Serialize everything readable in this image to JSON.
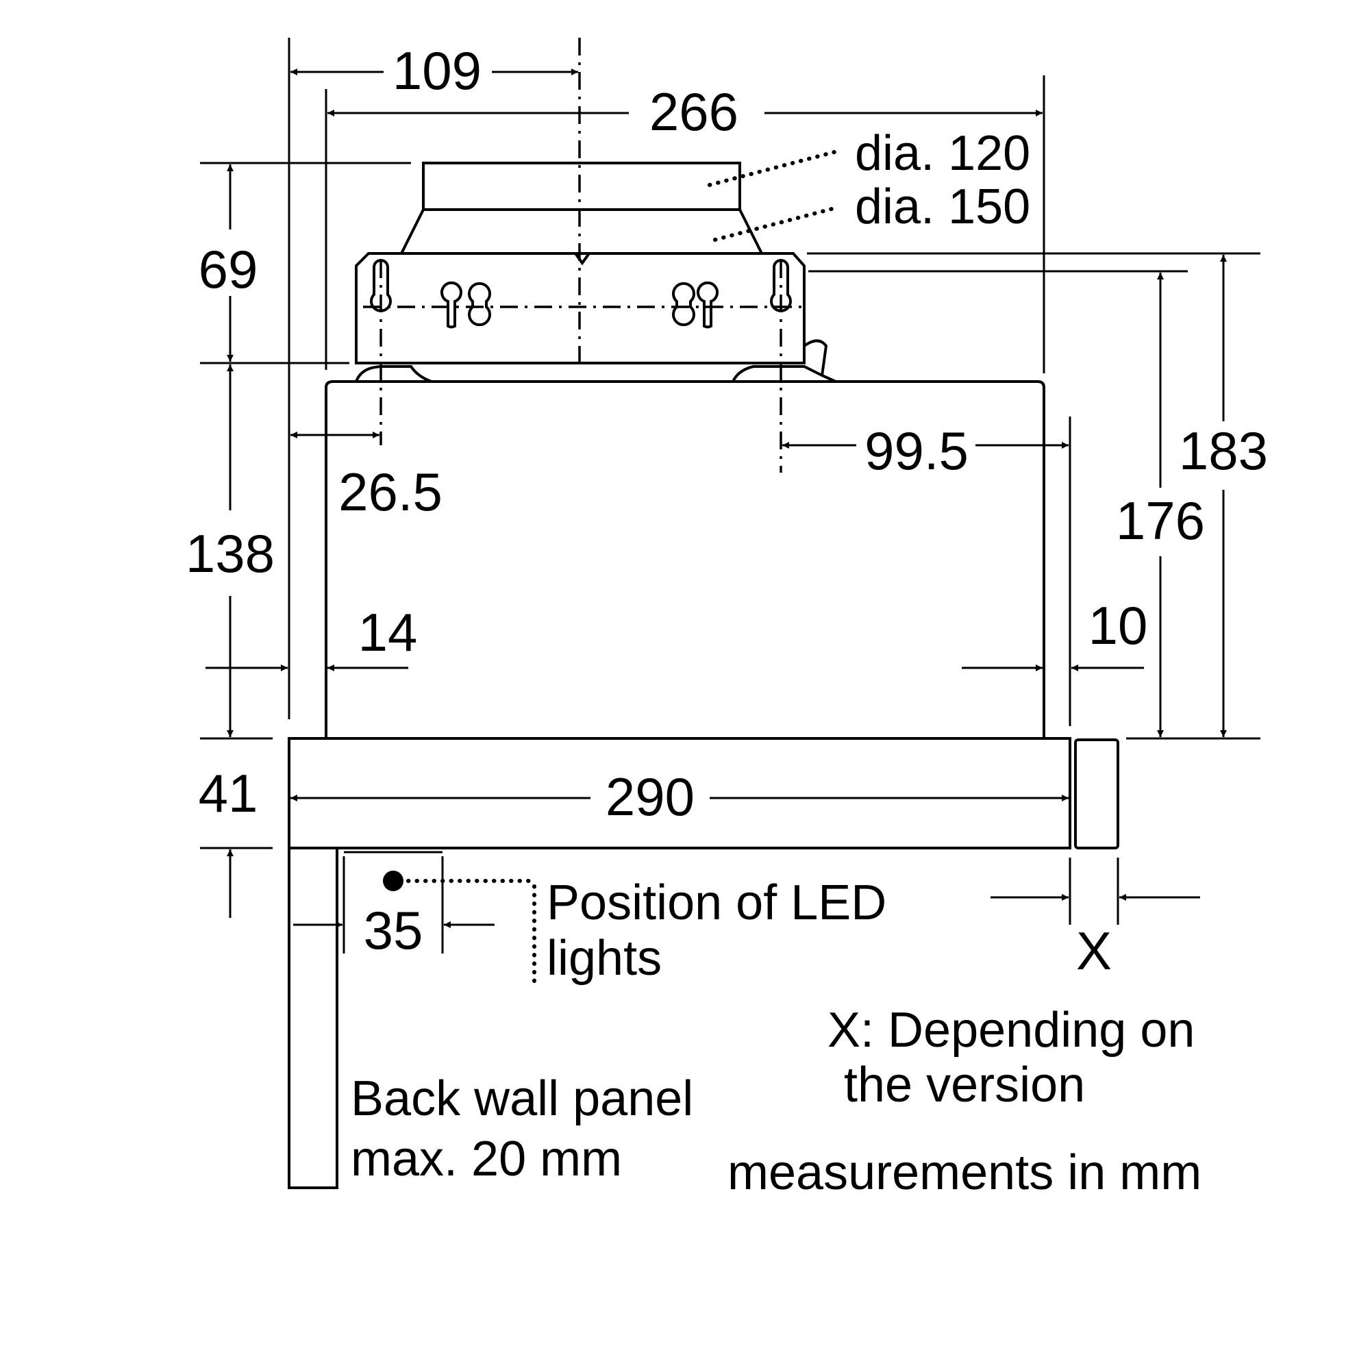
{
  "dimensions": {
    "d109": "109",
    "d266": "266",
    "dia120": "dia. 120",
    "dia150": "dia. 150",
    "d69": "69",
    "d138": "138",
    "d41": "41",
    "d26_5": "26.5",
    "d99_5": "99.5",
    "d176": "176",
    "d183": "183",
    "d14": "14",
    "d10": "10",
    "d290": "290",
    "d35": "35",
    "x": "X"
  },
  "labels": {
    "led_line1": "Position of LED",
    "led_line2": "lights",
    "version_line1": "X: Depending on",
    "version_line2": "the version",
    "panel_line1": "Back wall panel",
    "panel_line2": "max. 20 mm",
    "units": "measurements in mm"
  }
}
